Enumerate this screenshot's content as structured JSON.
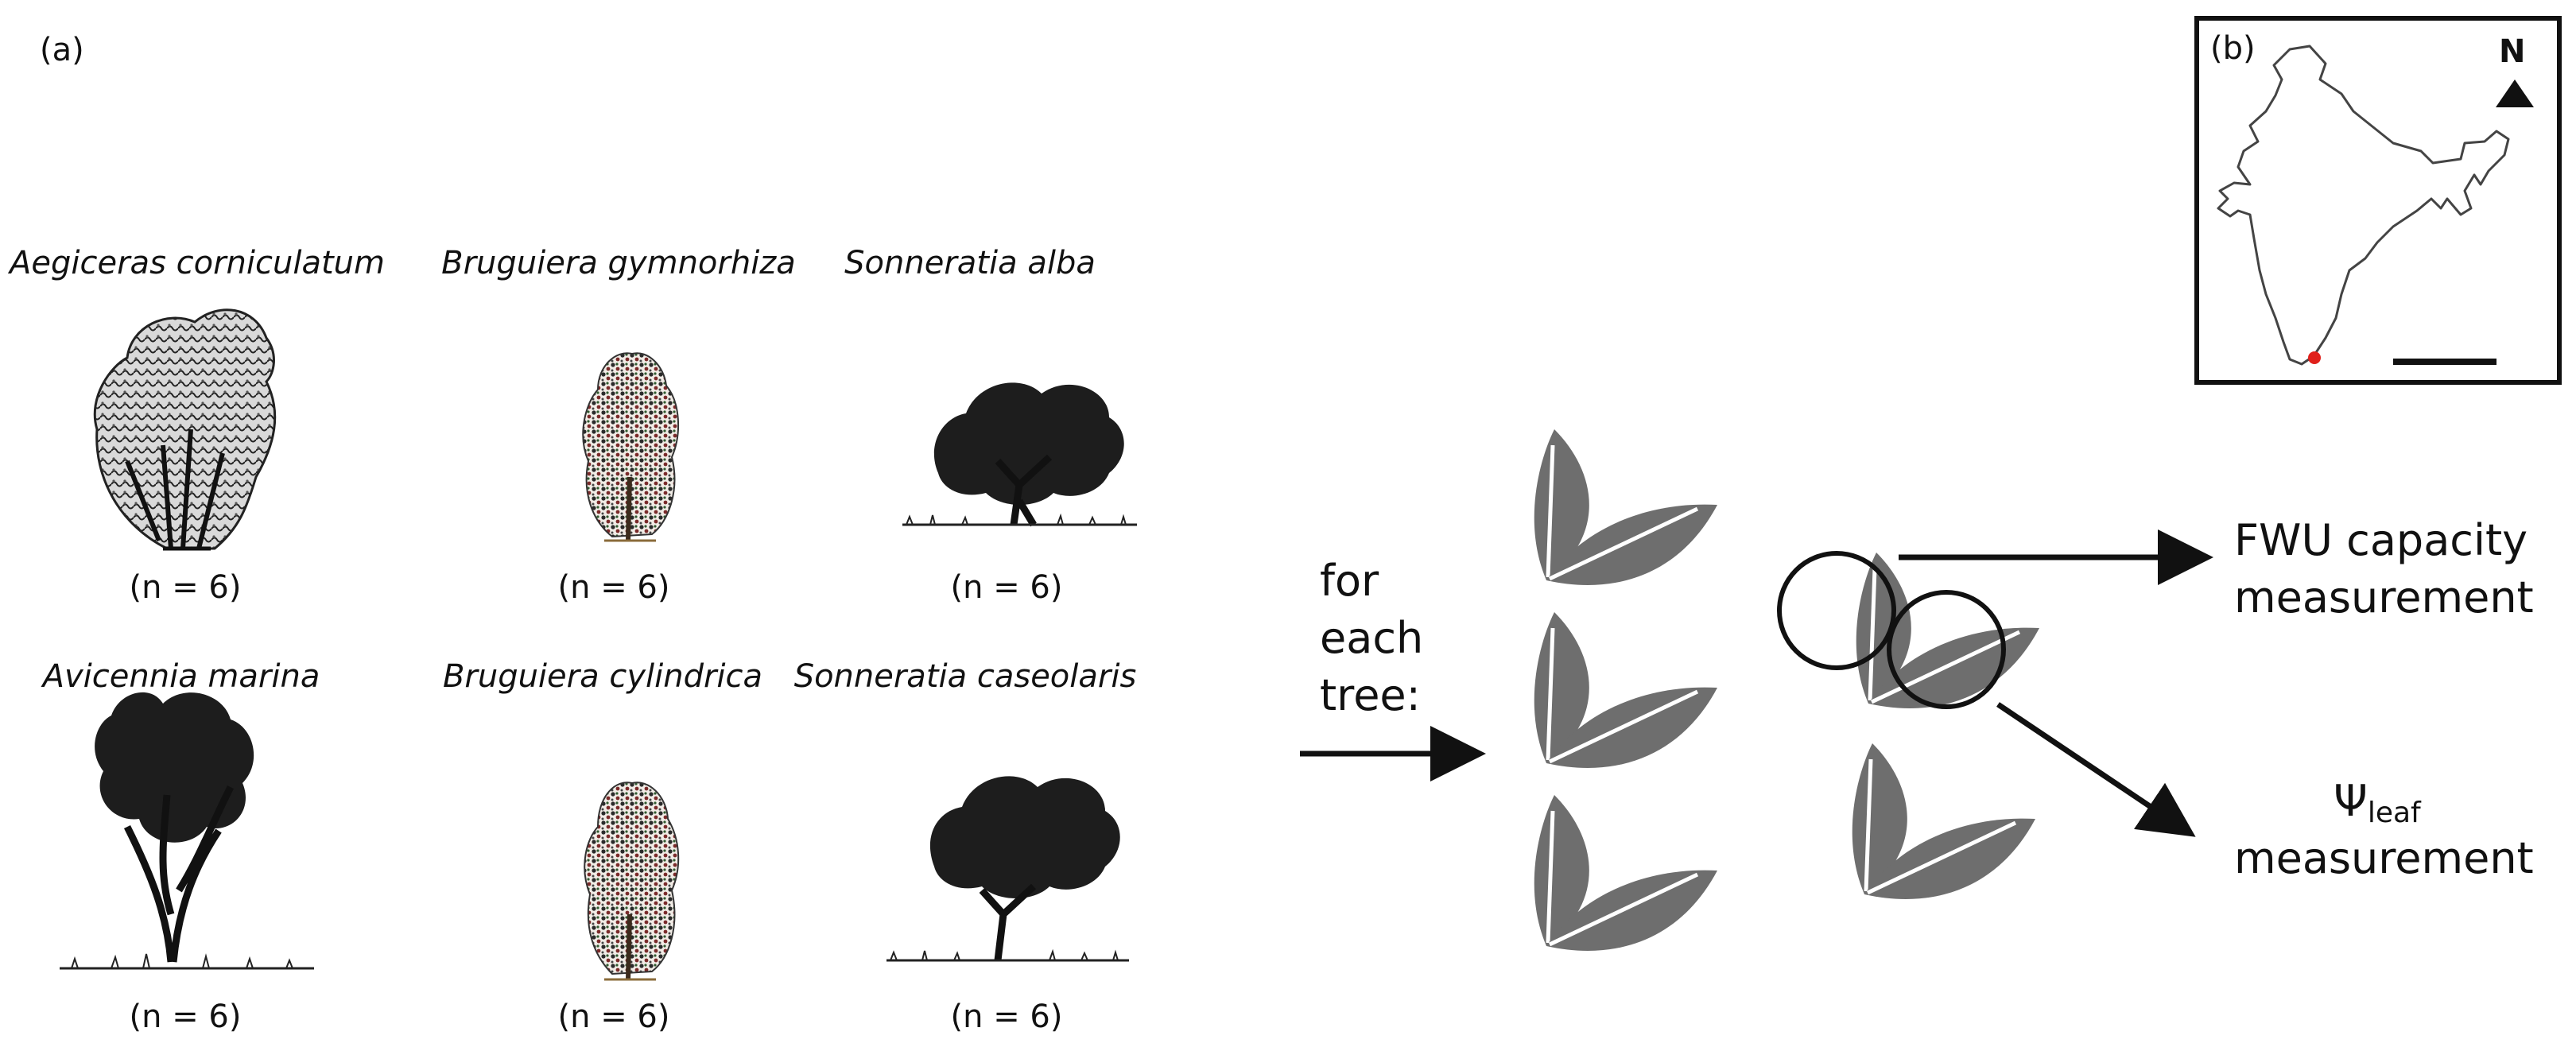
{
  "panel_a": {
    "label": "(a)",
    "species": [
      {
        "name": "Aegiceras corniculatum",
        "n": "(n = 6)"
      },
      {
        "name": "Bruguiera gymnorhiza",
        "n": "(n = 6)"
      },
      {
        "name": "Sonneratia alba",
        "n": "(n = 6)"
      },
      {
        "name": "Avicennia marina",
        "n": "(n = 6)"
      },
      {
        "name": "Bruguiera cylindrica",
        "n": "(n = 6)"
      },
      {
        "name": "Sonneratia caseolaris",
        "n": "(n = 6)"
      }
    ],
    "for_each_tree": [
      "for",
      "each",
      "tree:"
    ],
    "outputs": {
      "fwu_line1": "FWU capacity",
      "fwu_line2": "measurement",
      "psi_symbol": "Ψ",
      "psi_subscript": "leaf",
      "psi_line2": "measurement"
    }
  },
  "panel_b": {
    "label": "(b)",
    "north": "N"
  },
  "colors": {
    "leaf": "#6e6e6e",
    "site_marker": "#e0201b",
    "ink": "#111111"
  }
}
